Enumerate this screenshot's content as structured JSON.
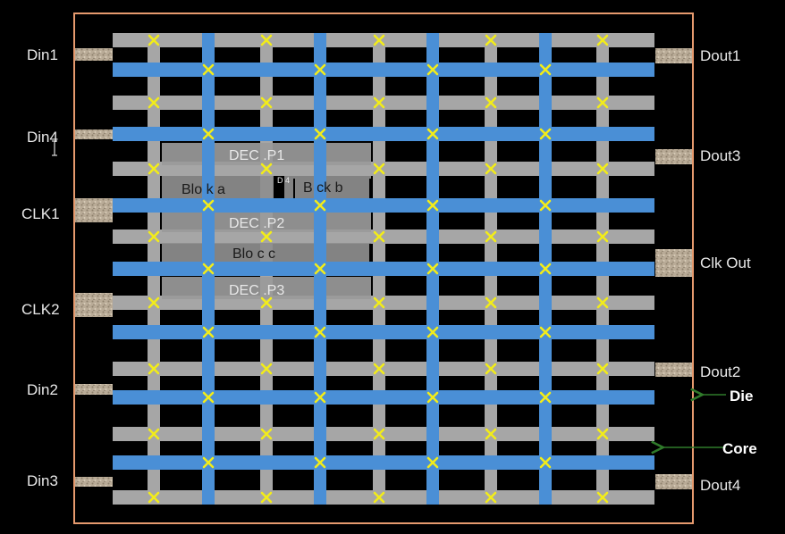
{
  "die_label": "Die",
  "core_label": "Core",
  "left_pins": [
    "Din1",
    "Din4",
    "CLK1",
    "CLK2",
    "Din2",
    "Din3"
  ],
  "right_pins": [
    "Dout1",
    "Dout3",
    "Clk Out",
    "Dout2",
    "Dout4"
  ],
  "blocks": {
    "decap1": "DEC .P1",
    "decap2": "DEC .P2",
    "decap3": "DEC .P3",
    "block_a": "Blo k a",
    "block_b": "B ck b",
    "block_c": "Blo c c",
    "small_mark": "D 4"
  },
  "colors": {
    "die_border": "#e69a6e",
    "gray_rail": "#a6a6a6",
    "blue_rail": "#4a8fd6",
    "via": "#f2ec1a",
    "arrow": "#2f7a2a",
    "block_fill": "#9a9a9a"
  }
}
